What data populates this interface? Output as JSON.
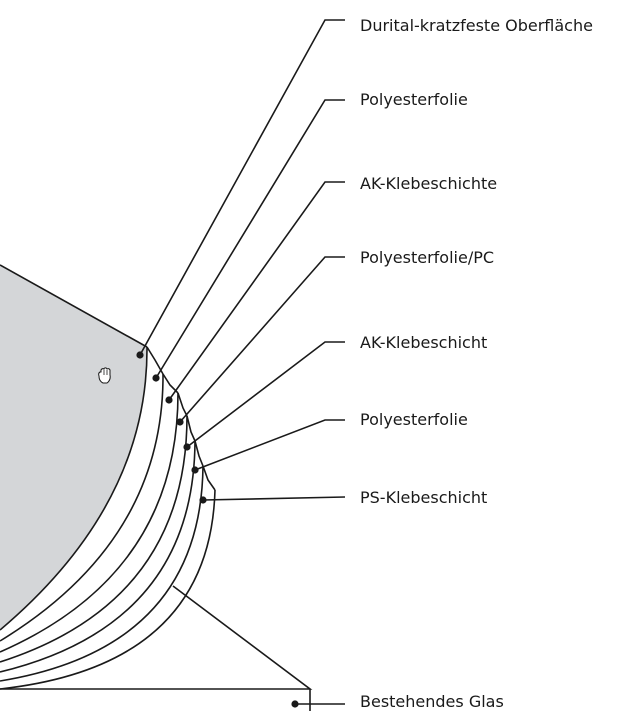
{
  "colors": {
    "line": "#1a1a1a",
    "glass_fill": "#d4d6d8",
    "background": "#ffffff",
    "text": "#1a1a1a"
  },
  "layers": [
    {
      "label": "Durital-kratzfeste Oberfläche"
    },
    {
      "label": "Polyesterfolie"
    },
    {
      "label": "AK-Klebeschichte"
    },
    {
      "label": "Polyesterfolie/PC"
    },
    {
      "label": "AK-Klebeschicht"
    },
    {
      "label": "Polyesterfolie"
    },
    {
      "label": "PS-Klebeschicht"
    }
  ],
  "base": {
    "label": "Bestehendes Glas"
  },
  "cursor_icon": "hand-grab-icon"
}
